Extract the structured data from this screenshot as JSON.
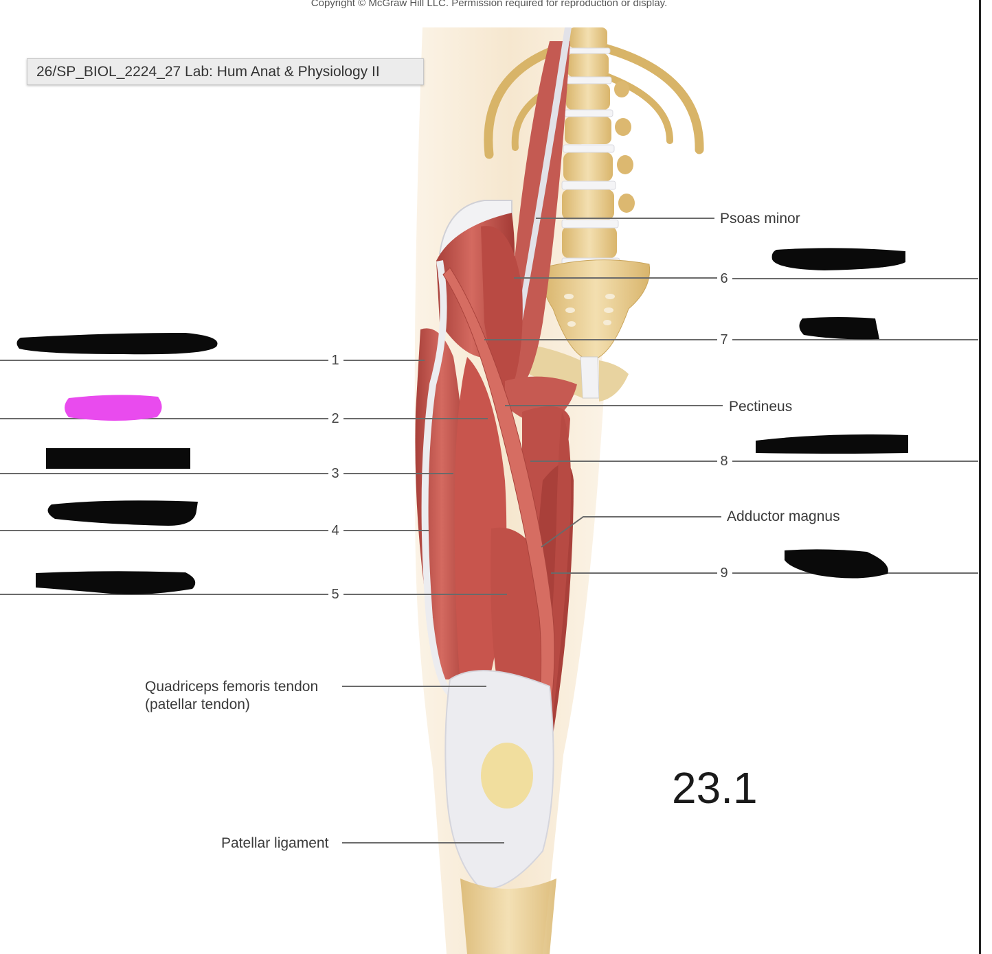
{
  "copyright": "Copyright © McGraw Hill LLC. Permission required for reproduction or display.",
  "course_tooltip": "26/SP_BIOL_2224_27 Lab: Hum Anat & Physiology II",
  "labels": {
    "psoas_minor": "Psoas minor",
    "pectineus": "Pectineus",
    "adductor_magnus": "Adductor magnus",
    "quadriceps_line1": "Quadriceps femoris tendon",
    "quadriceps_line2": "(patellar tendon)",
    "patellar_ligament": "Patellar ligament"
  },
  "numbers": {
    "n1": "1",
    "n2": "2",
    "n3": "3",
    "n4": "4",
    "n5": "5",
    "n6": "6",
    "n7": "7",
    "n8": "8",
    "n9": "9"
  },
  "figure_number": "23.1",
  "colors": {
    "redaction": "#0a0a0a",
    "highlight": "#e94bee",
    "muscle": "#c0504a",
    "bone": "#e6c98a",
    "tendon": "#e8e8ec"
  }
}
